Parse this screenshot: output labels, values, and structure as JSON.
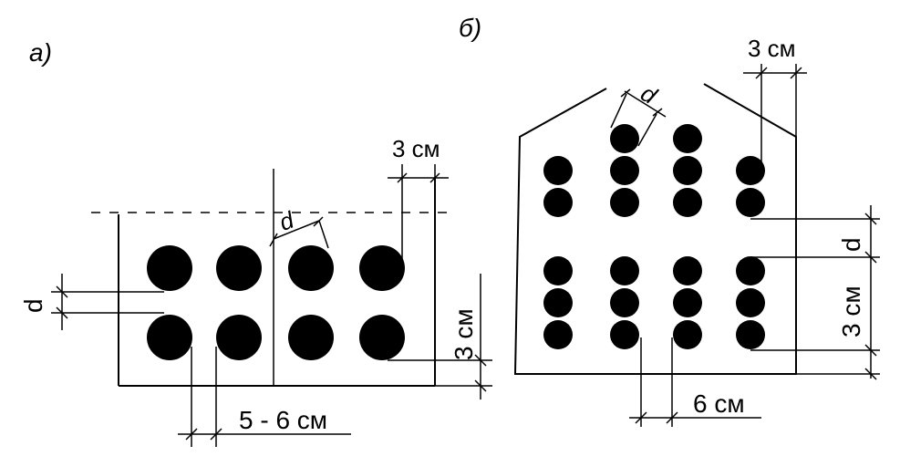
{
  "panel_a": {
    "label": "а)",
    "dim_cover": "3 см",
    "dim_diameter_top": "d",
    "dim_gap": "d",
    "dim_cover_right": "3 см",
    "dim_spacing": "5 - 6 см"
  },
  "panel_b": {
    "label": "б)",
    "dim_cover_top": "3 см",
    "dim_diameter_top": "d",
    "dim_gap_right": "d",
    "dim_cover_right": "3 см",
    "dim_spacing": "6 см"
  }
}
